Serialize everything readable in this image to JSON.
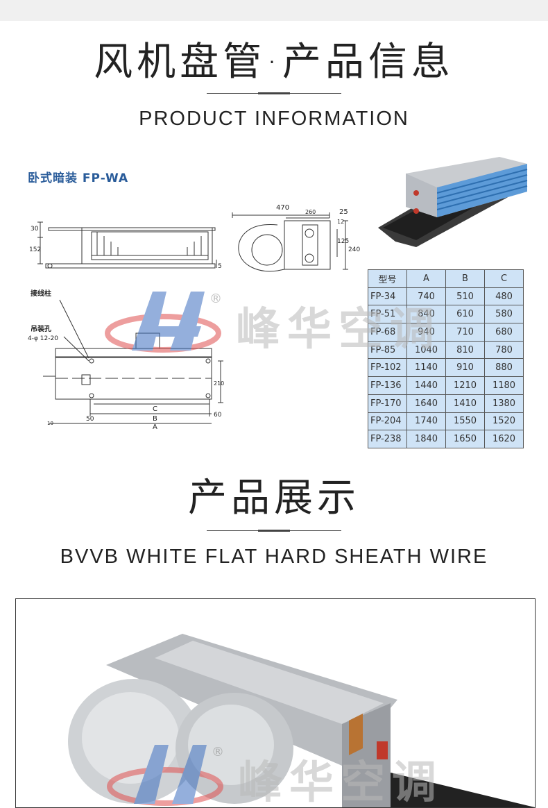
{
  "header": {
    "title_cn": "风机盘管·产品信息",
    "title_en": "PRODUCT INFORMATION"
  },
  "product": {
    "subtitle": "卧式暗装 FP-WA",
    "labels": {
      "terminal": "接线柱",
      "hanging_hole": "吊装孔",
      "hanging_spec": "4-φ 12-20"
    },
    "dimensions": {
      "d470": "470",
      "d260": "260",
      "d25": "25",
      "d12": "12",
      "d125": "125",
      "d240": "240",
      "d30": "30",
      "d152": "152",
      "d5": "5",
      "d210": "210",
      "d50": "50",
      "d60": "60",
      "d10": "10",
      "lA": "A",
      "lB": "B",
      "lC": "C"
    }
  },
  "spec_table": {
    "headers": [
      "型号",
      "A",
      "B",
      "C"
    ],
    "rows": [
      [
        "FP-34",
        "740",
        "510",
        "480"
      ],
      [
        "FP-51",
        "840",
        "610",
        "580"
      ],
      [
        "FP-68",
        "940",
        "710",
        "680"
      ],
      [
        "FP-85",
        "1040",
        "810",
        "780"
      ],
      [
        "FP-102",
        "1140",
        "910",
        "880"
      ],
      [
        "FP-136",
        "1440",
        "1210",
        "1180"
      ],
      [
        "FP-170",
        "1640",
        "1410",
        "1380"
      ],
      [
        "FP-204",
        "1740",
        "1550",
        "1520"
      ],
      [
        "FP-238",
        "1840",
        "1650",
        "1620"
      ]
    ]
  },
  "watermark": {
    "text": "峰华空调",
    "registered": "®"
  },
  "display": {
    "title_cn": "产品展示",
    "title_en": "BVVB WHITE FLAT HARD SHEATH WIRE"
  },
  "colors": {
    "subtitle": "#2a5c9a",
    "table_bg": "#cfe3f6",
    "watermark_blue": "#3d6fc0",
    "watermark_red": "#e05050"
  }
}
